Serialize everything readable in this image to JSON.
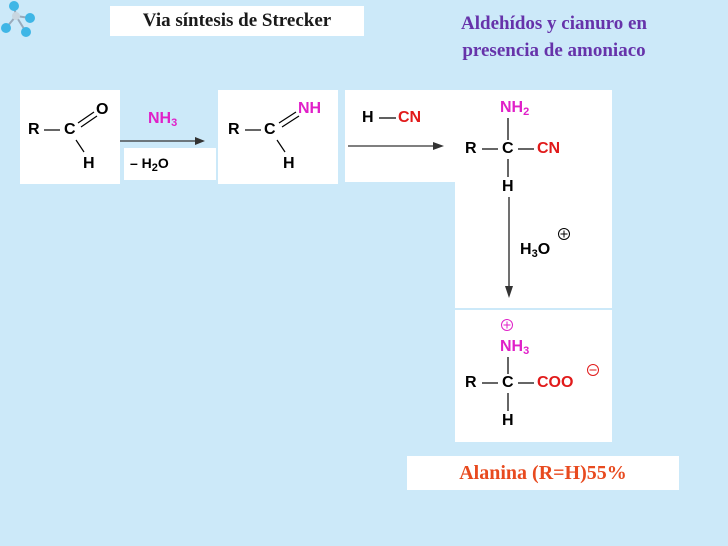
{
  "title": "Via síntesis de Strecker",
  "header": {
    "line1": "Aldehídos y cianuro en",
    "line2": "presencia de amoniaco"
  },
  "footer": "Alanina (R=H)55%",
  "aldehyde": {
    "r": "R",
    "c": "C",
    "o": "O",
    "h": "H"
  },
  "reagent1": {
    "nh3": "NH",
    "nh3_sub": "3",
    "minus_h2o_pre": "– H",
    "minus_h2o_sub": "2",
    "minus_h2o_post": "O"
  },
  "imine": {
    "r": "R",
    "c": "C",
    "nh": "NH",
    "h": "H"
  },
  "hcn": {
    "h": "H",
    "cn": "CN"
  },
  "aminonitrile": {
    "nh2": "NH",
    "nh2_sub": "2",
    "r": "R",
    "c": "C",
    "cn": "CN",
    "h": "H"
  },
  "hydrolysis": {
    "h": "H",
    "sub": "3",
    "o": "O"
  },
  "aminoacid": {
    "nh3": "NH",
    "nh3_sub": "3",
    "r": "R",
    "c": "C",
    "coo": "COO",
    "h": "H"
  },
  "colors": {
    "background": "#cce9f9",
    "header": "#6633aa",
    "footer": "#e84a1f",
    "magenta": "#e020c8",
    "red": "#e11a1a"
  },
  "icons": [
    "molecule-logo-icon",
    "plus-charge-icon",
    "minus-charge-icon"
  ]
}
